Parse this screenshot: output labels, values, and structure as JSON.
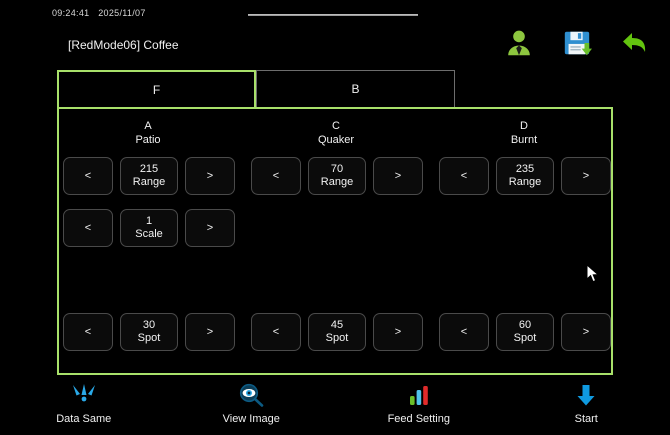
{
  "header": {
    "time": "09:24:41",
    "date": "2025/11/07",
    "mode_title": "[RedMode06] Coffee",
    "icons": [
      {
        "name": "user-icon",
        "label": "user"
      },
      {
        "name": "save-icon",
        "label": "save"
      },
      {
        "name": "back-arrow-icon",
        "label": "back"
      }
    ]
  },
  "tabs": [
    {
      "label": "F",
      "active": true
    },
    {
      "label": "B",
      "active": false
    }
  ],
  "columns": [
    {
      "letter": "A",
      "name": "Patio"
    },
    {
      "letter": "C",
      "name": "Quaker"
    },
    {
      "letter": "D",
      "name": "Burnt"
    }
  ],
  "controls": {
    "dec_label": "<",
    "inc_label": ">",
    "range_row": [
      {
        "value": "215",
        "unit": "Range"
      },
      {
        "value": "70",
        "unit": "Range"
      },
      {
        "value": "235",
        "unit": "Range"
      }
    ],
    "scale_row": [
      {
        "value": "1",
        "unit": "Scale"
      }
    ],
    "spot_row": [
      {
        "value": "30",
        "unit": "Spot"
      },
      {
        "value": "45",
        "unit": "Spot"
      },
      {
        "value": "60",
        "unit": "Spot"
      }
    ]
  },
  "toolbar": [
    {
      "label": "Data Same",
      "icon": "converging-arrows-icon"
    },
    {
      "label": "View Image",
      "icon": "magnifier-eye-icon"
    },
    {
      "label": "Feed Setting",
      "icon": "bar-chart-icon"
    },
    {
      "label": "Start",
      "icon": "down-arrow-icon"
    }
  ],
  "colors": {
    "accent_green": "#a8e06a",
    "icon_green": "#8dc63f",
    "icon_blue": "#1e9fe0",
    "icon_red": "#e02b2b",
    "background": "#000000"
  }
}
